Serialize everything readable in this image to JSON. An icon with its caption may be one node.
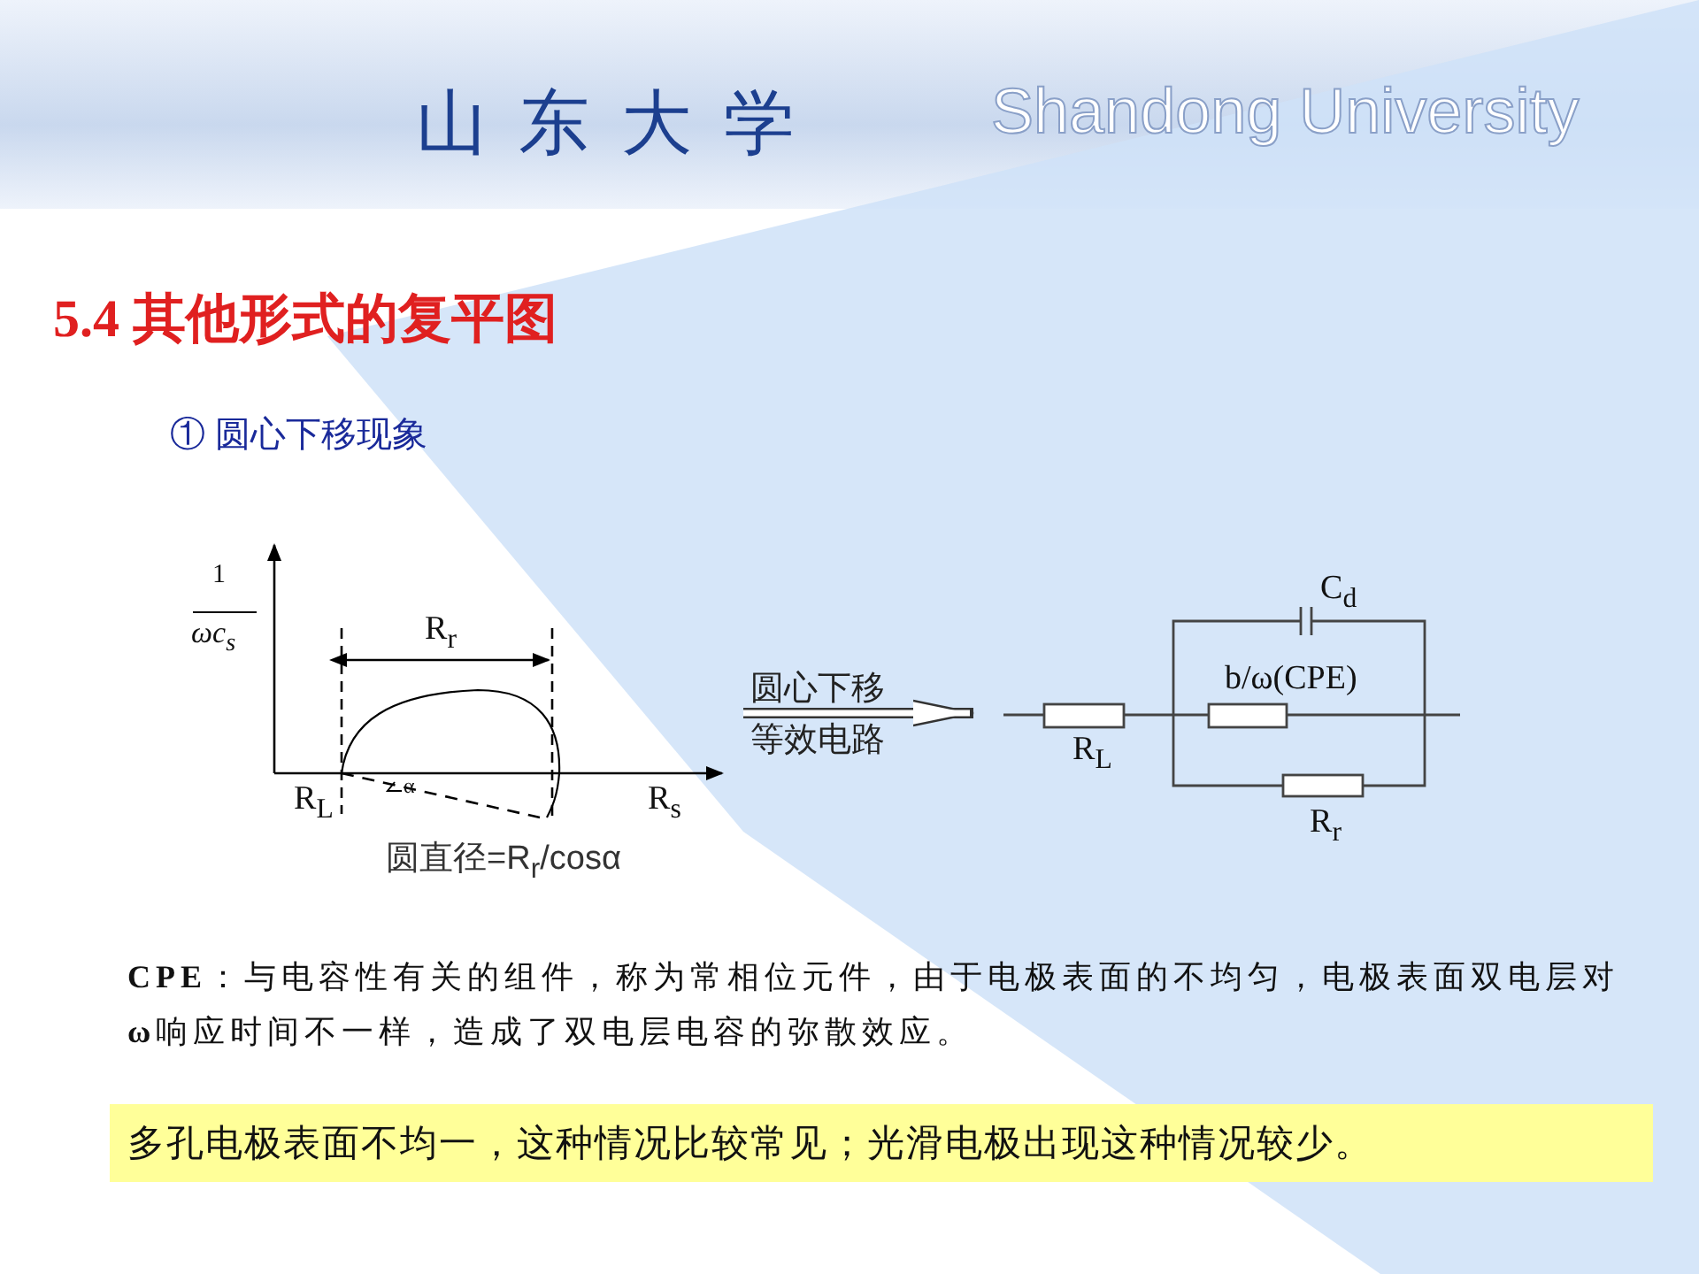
{
  "diagram": {
    "title": "5.4 其他形式的复平图",
    "nodes": [
      {
        "text": [],
        "shape": "picture"
      },
      {
        "text": [],
        "shape": "picture"
      },
      {
        "text": [
          "多孔电极表面不均一，这种情况比较常见；光滑电极出现这种情况较少。"
        ]
      }
    ],
    "edges": [
      {
        "from": 0,
        "to": 1,
        "arrow": "to",
        "label": "圆心下移等效电路"
      }
    ],
    "labels": [
      "山东大学",
      "Shandong University",
      "① 圆心下移现象",
      "1",
      "ωc$_{s}$",
      "R$_{r}$",
      "R$_{L}$",
      "R$_{s}$",
      "α",
      "圆直径=R$_{r}$/cosα",
      "C$_{d}$",
      "b/ω(CPE)",
      "R$_{L}$",
      "R$_{r}$",
      "**CPE**：与电容性有关的组件，称为常相位元件，由于电极表面的不均匀，电极表面双电层对**ω**响应时间不一样，造成了双电层电容的弥散效应。"
    ]
  }
}
